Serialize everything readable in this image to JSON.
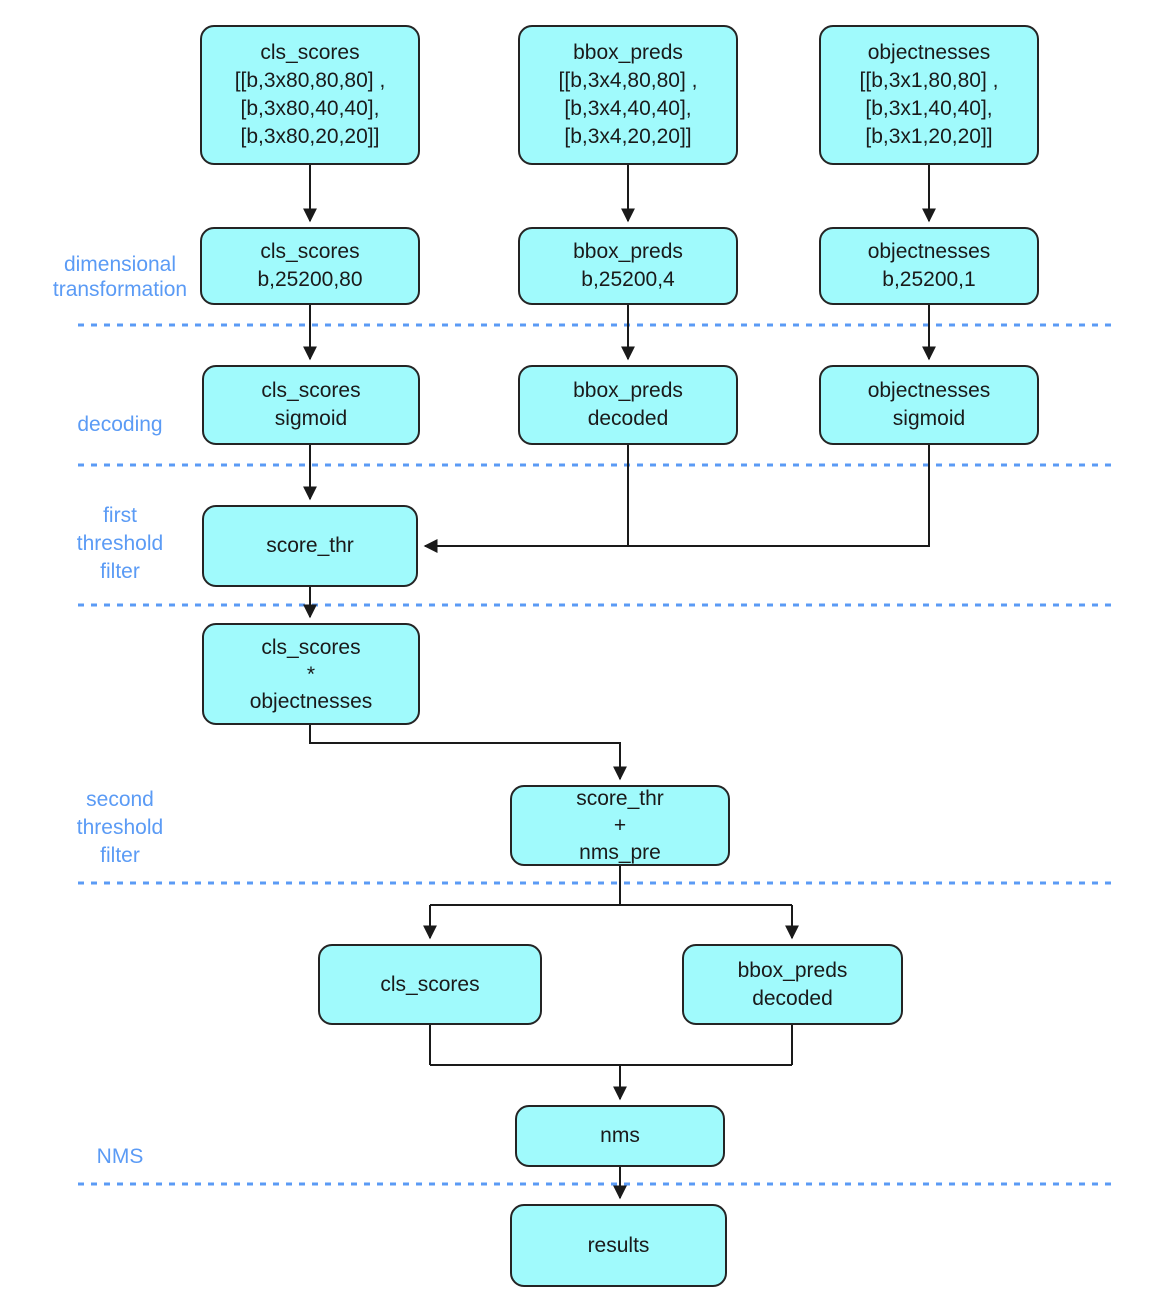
{
  "theme": {
    "accent": "#5b9bf5",
    "node-fill": "#a0fafc",
    "node-border": "#242424",
    "node-text": "#1a1a1a",
    "connector": "#1a1a1a",
    "background": "#ffffff"
  },
  "diagram": {
    "stage_labels": {
      "dimensional_transformation": "dimensional\ntransformation",
      "decoding": "decoding",
      "first_threshold_filter": "first\nthreshold\nfilter",
      "second_threshold_filter": "second\nthreshold\nfilter",
      "nms": "NMS"
    },
    "nodes": {
      "cls_scores_input": "cls_scores\n[[b,3x80,80,80] ,\n[b,3x80,40,40],\n[b,3x80,20,20]]",
      "bbox_preds_input": "bbox_preds\n[[b,3x4,80,80] ,\n[b,3x4,40,40],\n[b,3x4,20,20]]",
      "objectnesses_input": "objectnesses\n[[b,3x1,80,80] ,\n[b,3x1,40,40],\n[b,3x1,20,20]]",
      "cls_scores_reshaped": "cls_scores\nb,25200,80",
      "bbox_preds_reshaped": "bbox_preds\nb,25200,4",
      "objectnesses_reshaped": "objectnesses\nb,25200,1",
      "cls_scores_sigmoid": "cls_scores\nsigmoid",
      "bbox_preds_decoded": "bbox_preds\ndecoded",
      "objectnesses_sigmoid": "objectnesses\nsigmoid",
      "score_thr": "score_thr",
      "cls_scores_times_objectnesses": "cls_scores\n*\nobjectnesses",
      "score_thr_nms_pre": "score_thr\n+\nnms_pre",
      "cls_scores_filtered": "cls_scores",
      "bbox_preds_decoded_filtered": "bbox_preds\ndecoded",
      "nms": "nms",
      "results": "results"
    }
  }
}
